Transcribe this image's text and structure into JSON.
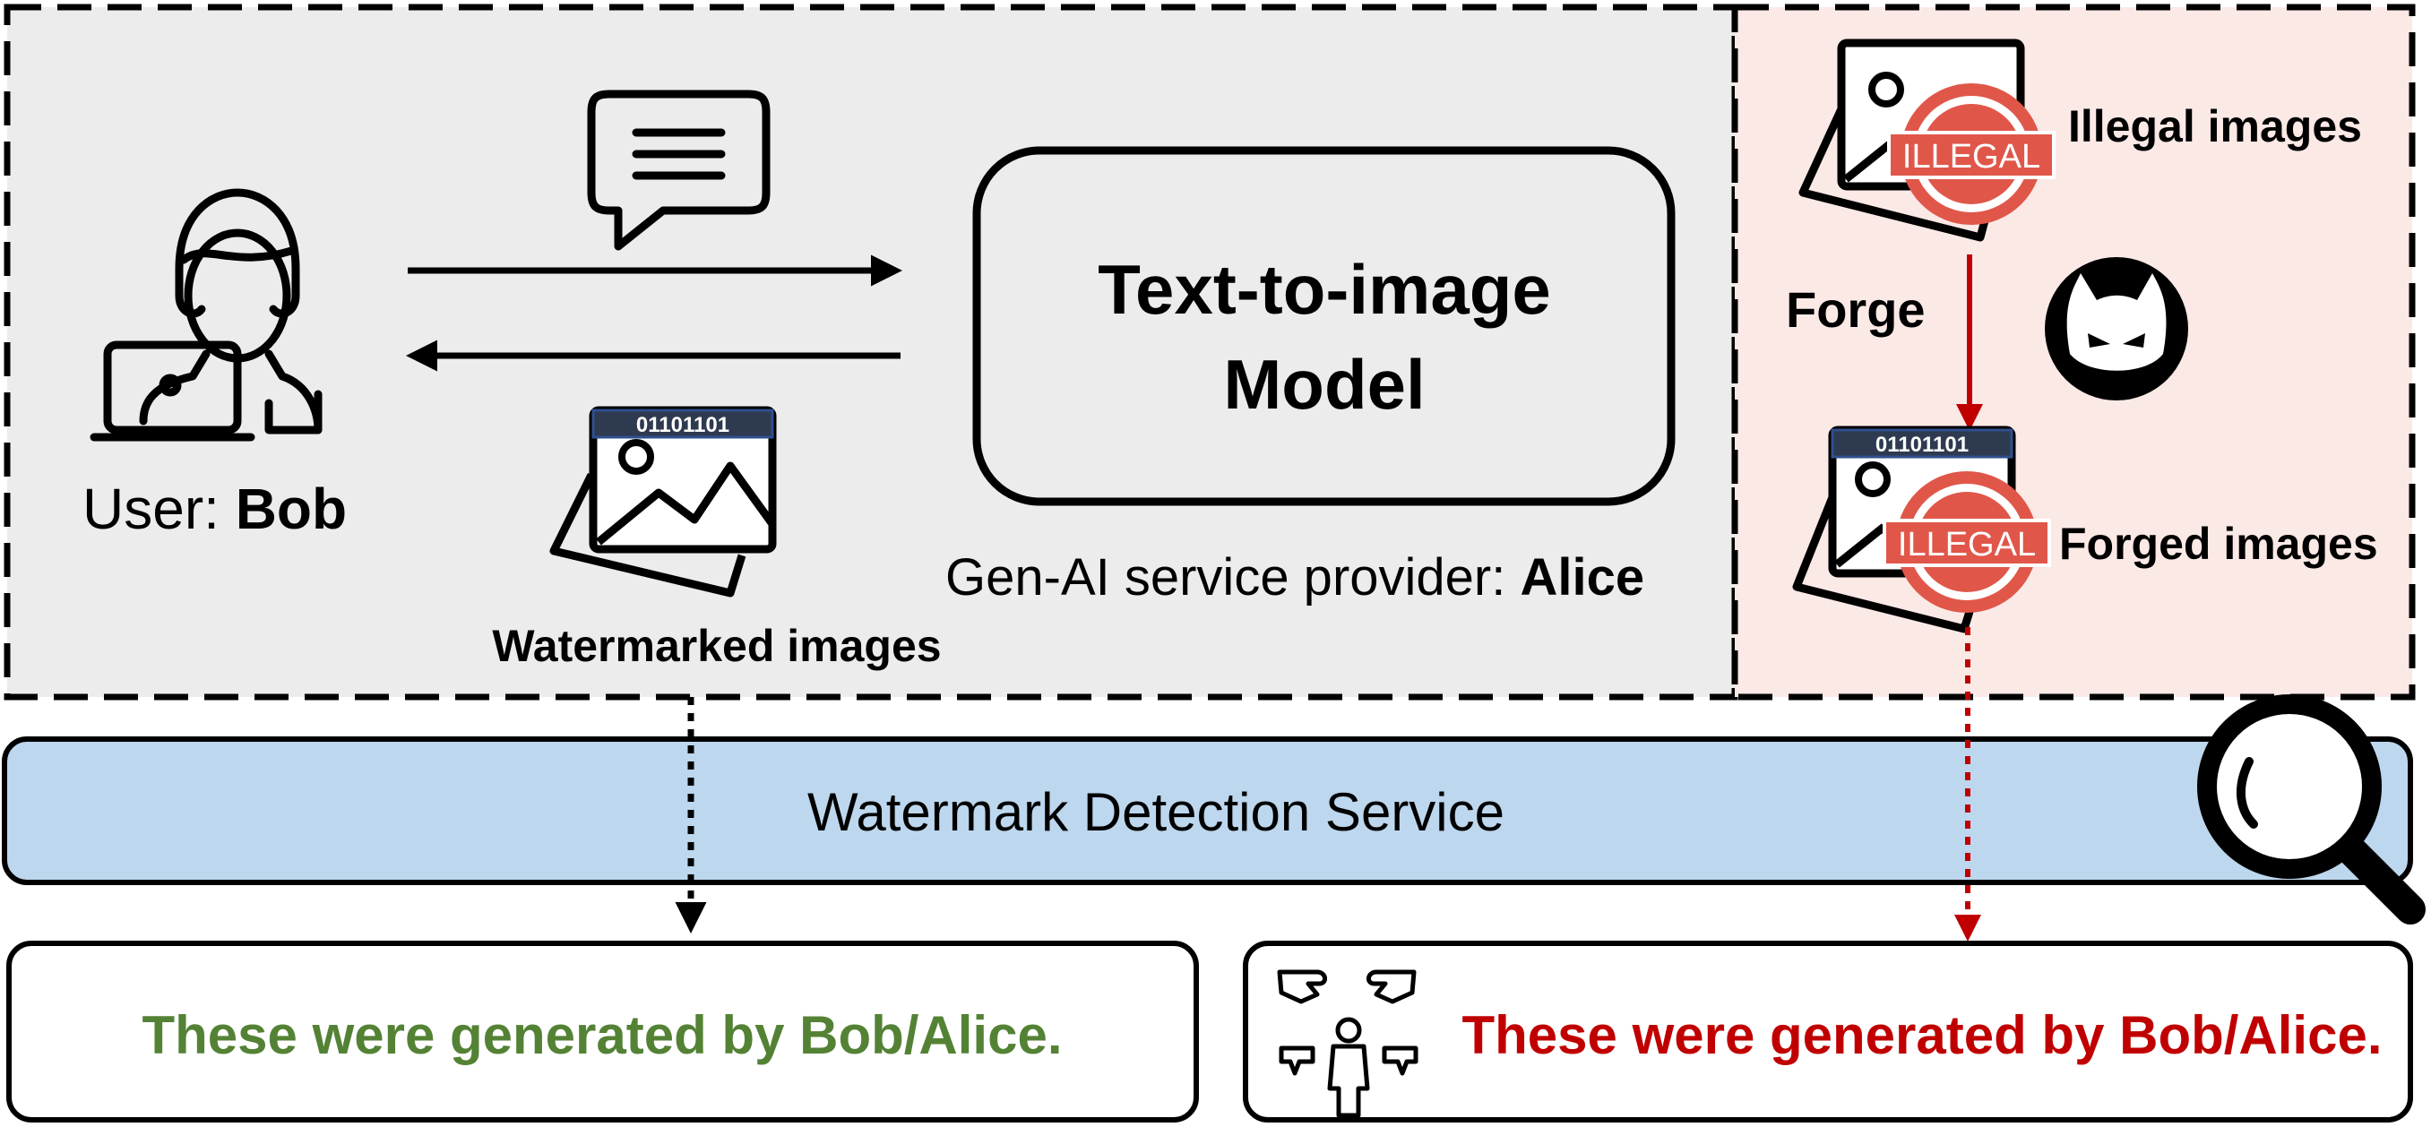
{
  "user": {
    "prefix": "User: ",
    "name": "Bob"
  },
  "model": {
    "line1": "Text-to-image",
    "line2": "Model"
  },
  "provider": {
    "prefix": "Gen-AI service provider: ",
    "name": "Alice"
  },
  "watermarked_label": "Watermarked images",
  "watermark_bits": "01101101",
  "illegal_label": "Illegal images",
  "illegal_stamp": "ILLEGAL",
  "forge_label": "Forge",
  "forged_label": "Forged images",
  "detection_service": "Watermark Detection Service",
  "result_genuine": "These were generated by Bob/Alice.",
  "result_forged": "These were generated by Bob/Alice.",
  "colors": {
    "service_region": "#ececec",
    "attacker_region": "#fbe9e6",
    "detection_band": "#bdd7ee",
    "genuine_text": "#548235",
    "forged_text": "#c00000",
    "stamp_red": "#e0574a",
    "forge_arrow": "#c00000"
  }
}
